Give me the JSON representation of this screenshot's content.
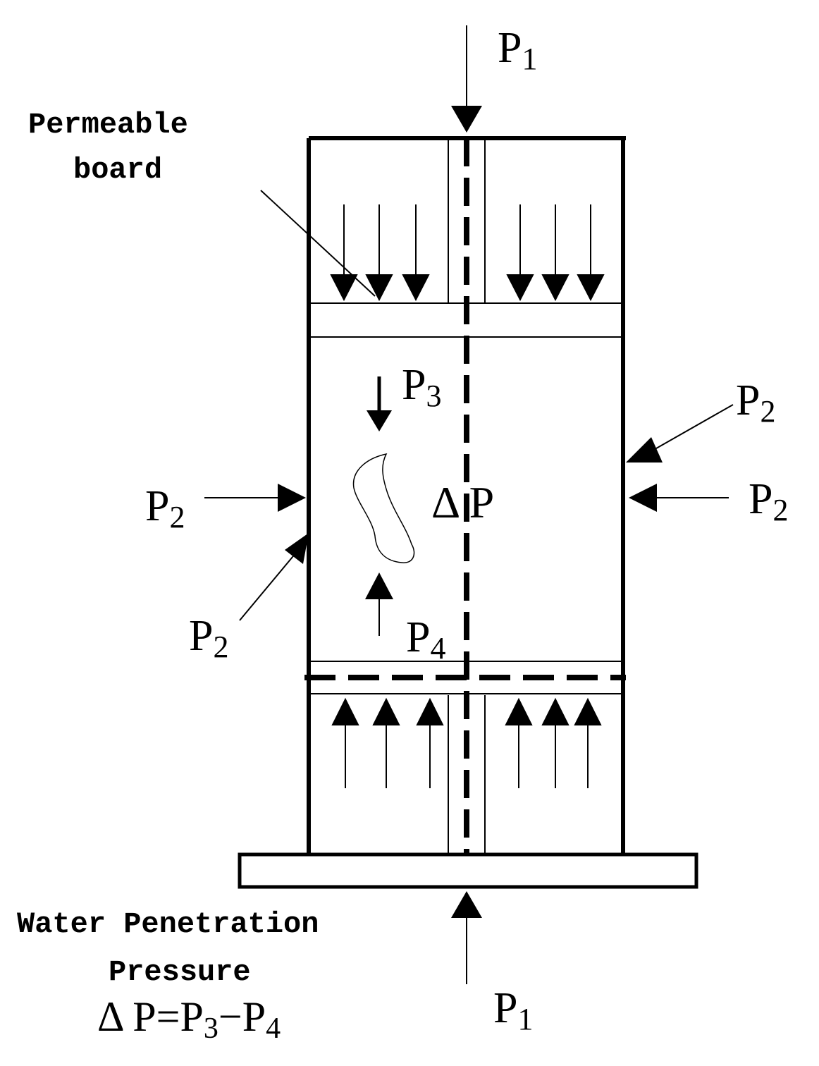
{
  "labels": {
    "p1": "P",
    "p1_sub": "1",
    "p2": "P",
    "p2_sub": "2",
    "p3": "P",
    "p3_sub": "3",
    "p4": "P",
    "p4_sub": "4",
    "delta_p": "Δ P",
    "permeable_line1": "Permeable",
    "permeable_line2": "board",
    "water_line1": "Water Penetration",
    "water_line2": "Pressure",
    "formula_a": "Δ P=P",
    "formula_sub3": "3",
    "formula_minus": "−P",
    "formula_sub4": "4"
  }
}
